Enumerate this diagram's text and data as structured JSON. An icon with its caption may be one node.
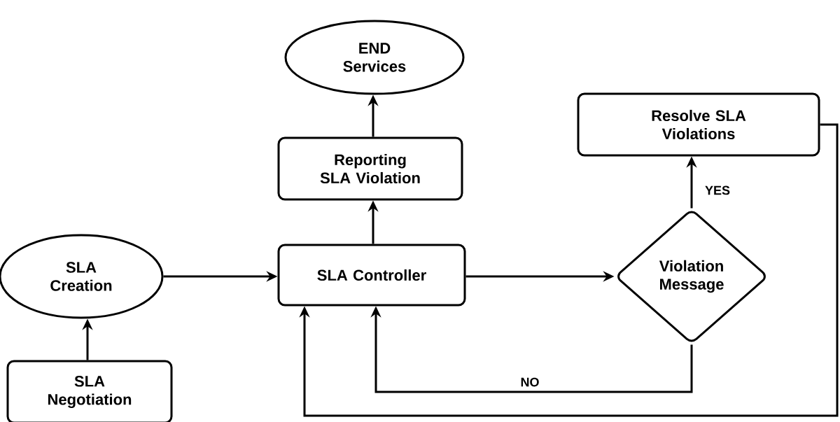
{
  "diagram": {
    "nodes": [
      {
        "text": [
          "END Services"
        ]
      },
      {
        "text": [
          "Reporting SLA Violation"
        ]
      },
      {
        "text": [
          "Resolve SLA Violations"
        ]
      },
      {
        "text": [
          "SLA Creation"
        ]
      },
      {
        "text": [
          "SLA Controller"
        ]
      },
      {
        "text": [
          "Violation Message"
        ]
      },
      {
        "text": [
          "SLA Negotiation"
        ]
      }
    ],
    "edges": [
      {
        "from": 6,
        "to": 3,
        "arrow": "to"
      },
      {
        "from": 3,
        "to": 4,
        "arrow": "to"
      },
      {
        "from": 4,
        "to": 1,
        "arrow": "to"
      },
      {
        "from": 1,
        "to": 0,
        "arrow": "to"
      },
      {
        "from": 4,
        "to": 5,
        "arrow": "to"
      },
      {
        "from": 5,
        "to": 2,
        "arrow": "to",
        "label": "YES"
      },
      {
        "from": 5,
        "to": 4,
        "arrow": "to",
        "label": "NO"
      },
      {
        "from": 2,
        "to": 4,
        "arrow": "to"
      }
    ]
  }
}
